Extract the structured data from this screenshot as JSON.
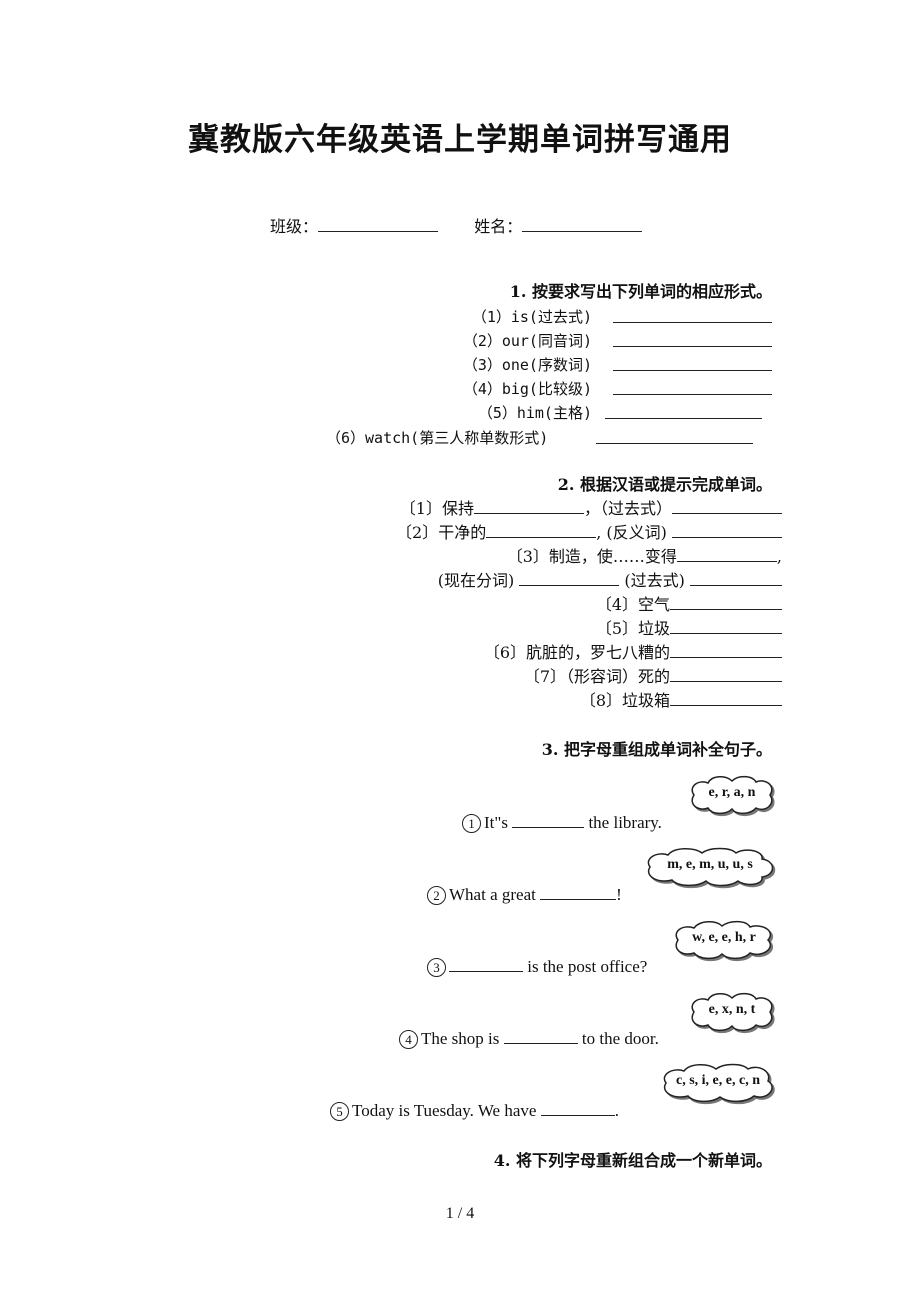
{
  "title": "冀教版六年级英语上学期单词拼写通用",
  "header": {
    "class_label": "班级：",
    "name_label": "姓名："
  },
  "section1": {
    "heading": "1. 按要求写出下列单词的相应形式。",
    "items": [
      "（1）is(过去式)",
      "（2）our(同音词)",
      "（3）one(序数词)",
      "（4）big(比较级)",
      "（5）him(主格)",
      "（6）watch(第三人称单数形式)"
    ]
  },
  "section2": {
    "heading": "2. 根据汉语或提示完成单词。",
    "lines": {
      "l1a": "〔1〕保持",
      "l1b": "，（过去式）",
      "l2a": "〔2〕干净的",
      "l2b": ", (反义词)",
      "l3a": "〔3〕制造，使……变得",
      "l3b": ",",
      "l4a": "(现在分词)",
      "l4b": "(过去式)",
      "l5": "〔4〕空气",
      "l6": "〔5〕垃圾",
      "l7": "〔6〕肮脏的，罗七八糟的",
      "l8": "〔7〕（形容词）死的",
      "l9": "〔8〕垃圾箱"
    }
  },
  "section3": {
    "heading": "3. 把字母重组成单词补全句子。",
    "items": [
      {
        "num": "1",
        "pre": "It\"s",
        "post": "the library.",
        "letters": "e, r, a, n"
      },
      {
        "num": "2",
        "pre": "What a great",
        "post": "!",
        "letters": "m, e, m, u, u, s"
      },
      {
        "num": "3",
        "pre": "",
        "post": "is the post office?",
        "letters": "w, e, e, h, r"
      },
      {
        "num": "4",
        "pre": "The shop is",
        "post": "to the door.",
        "letters": "e, x, n, t"
      },
      {
        "num": "5",
        "pre": "Today is Tuesday. We have",
        "post": ".",
        "letters": "c, s, i, e, e, c, n"
      }
    ]
  },
  "section4": {
    "heading": "4. 将下列字母重新组合成一个新单词。"
  },
  "footer": {
    "page": "1 / 4"
  }
}
